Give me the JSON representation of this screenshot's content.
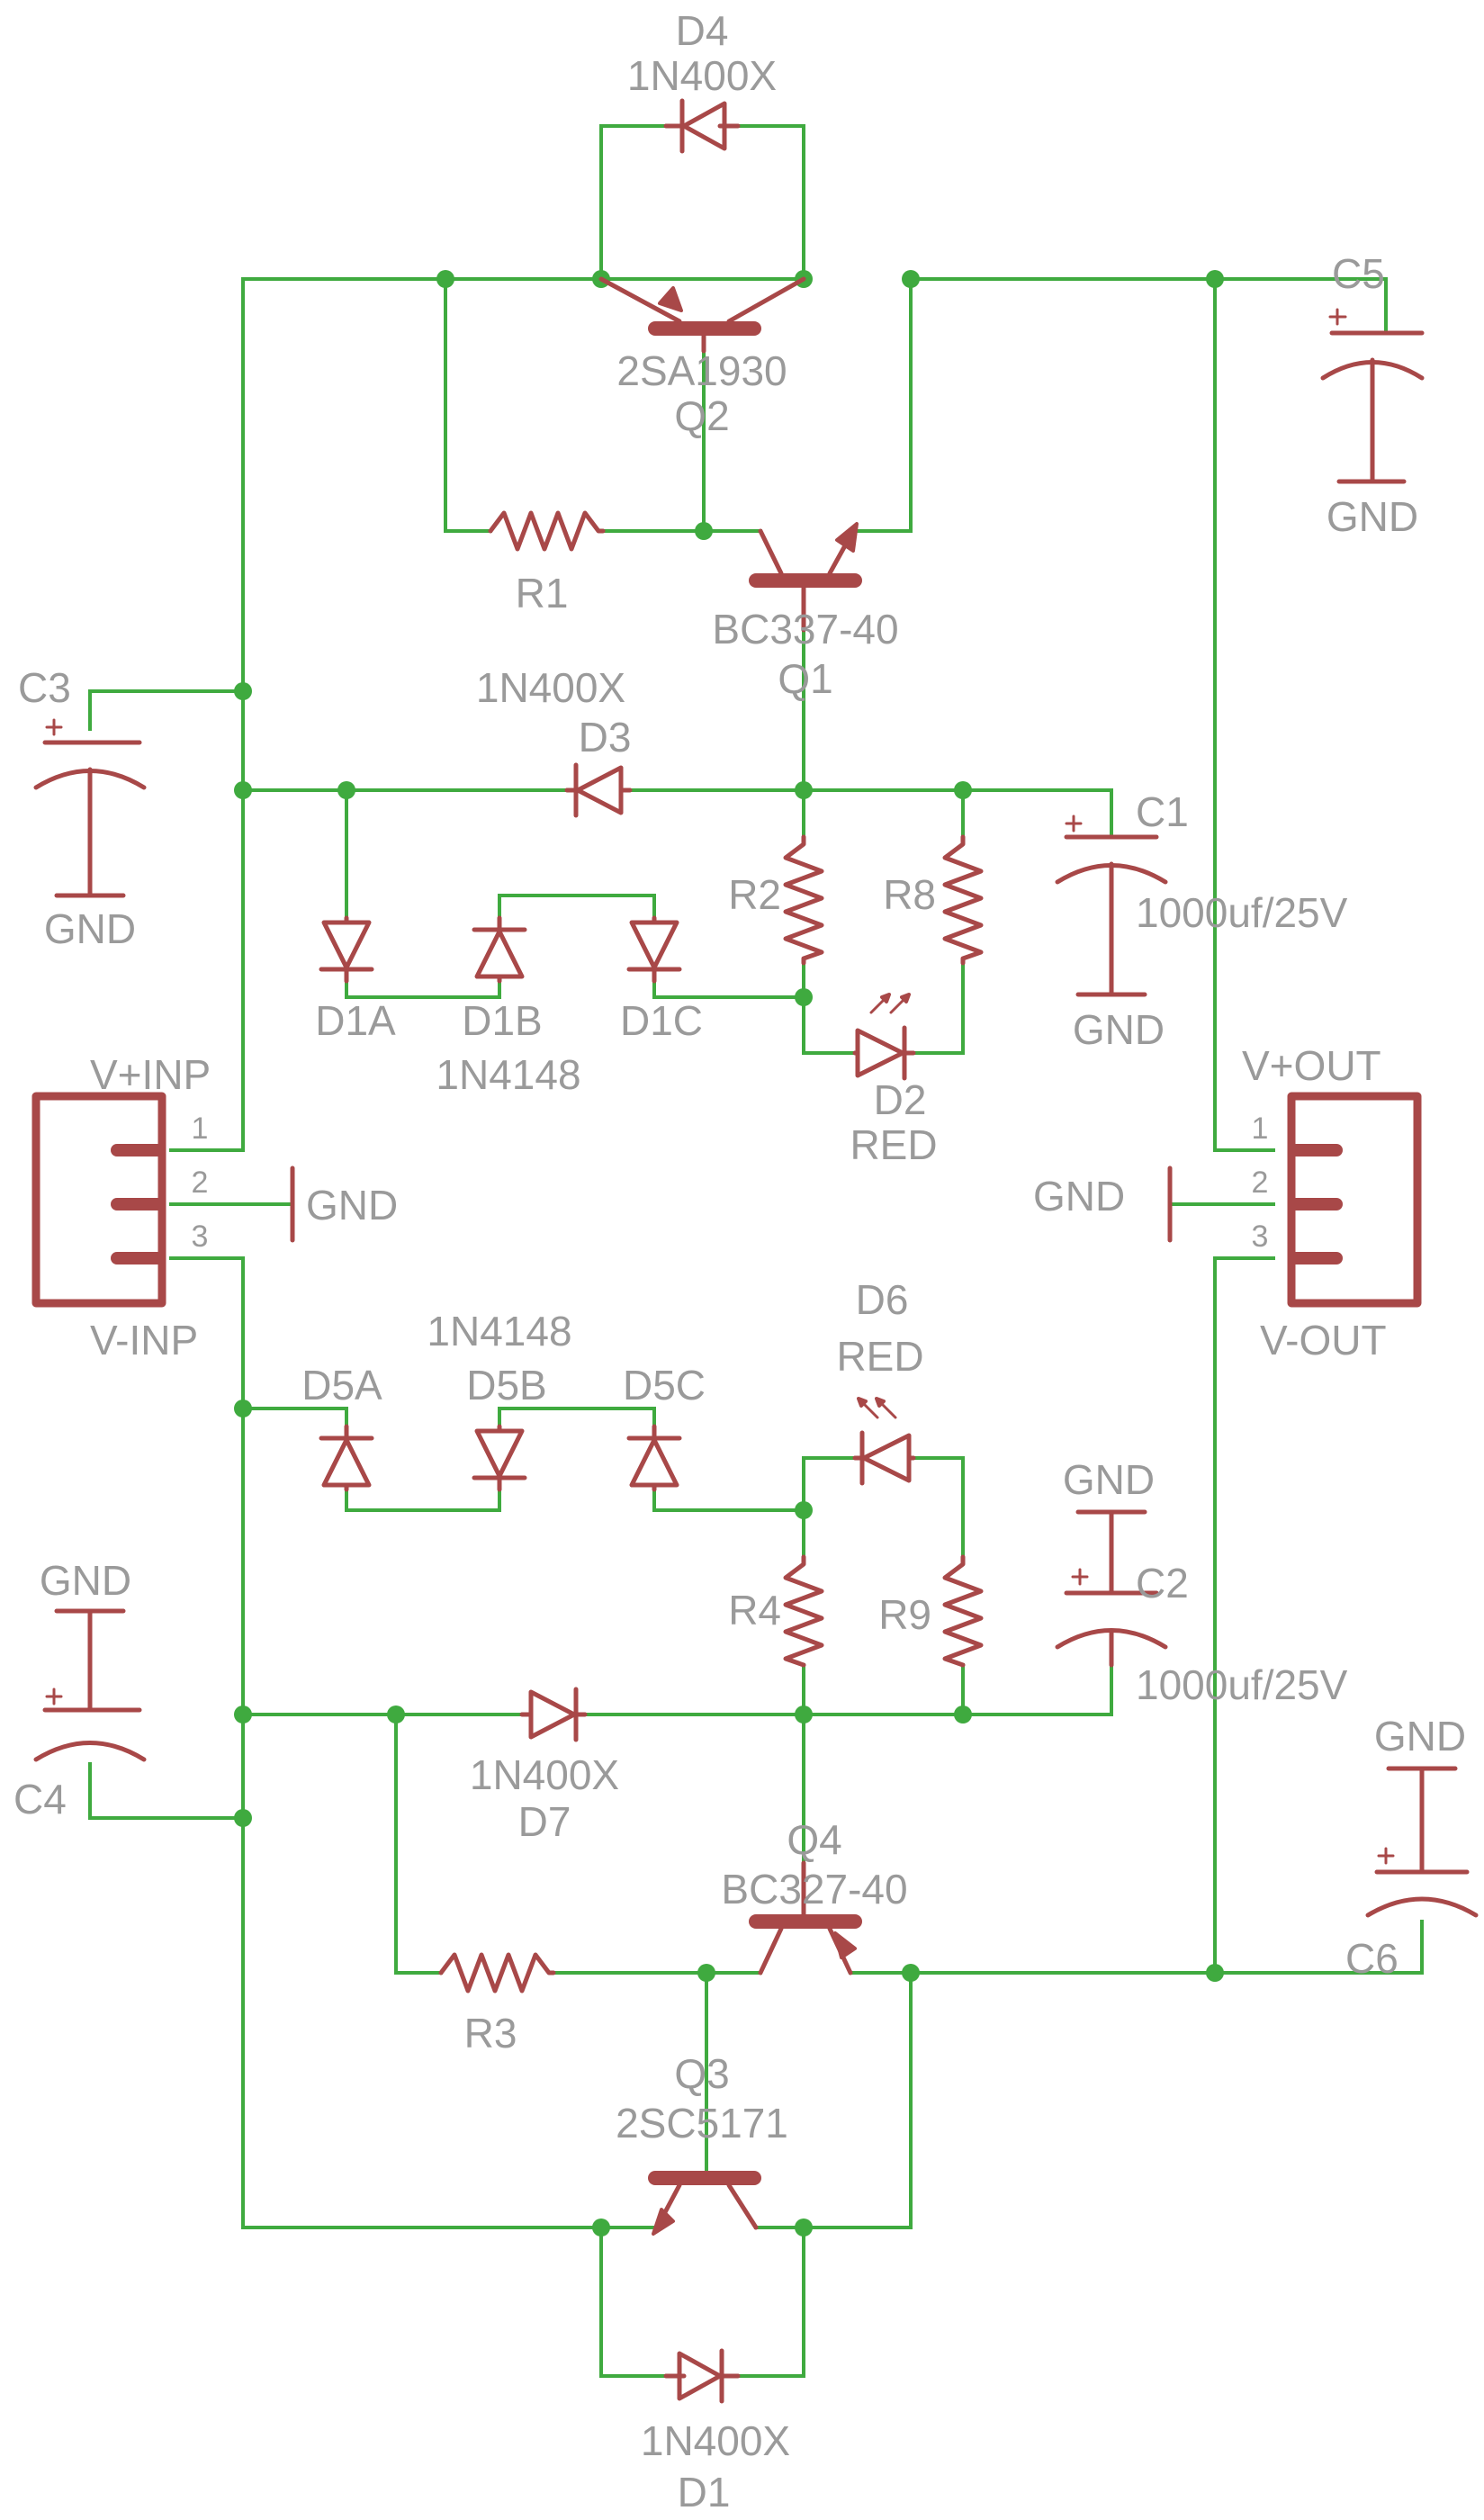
{
  "components": {
    "D4": {
      "ref": "D4",
      "value": "1N400X"
    },
    "Q2": {
      "ref": "Q2",
      "value": "2SA1930"
    },
    "C5": {
      "ref": "C5",
      "gnd": "GND"
    },
    "R1": {
      "ref": "R1"
    },
    "Q1": {
      "ref": "Q1",
      "value": "BC337-40"
    },
    "C3": {
      "ref": "C3",
      "gnd": "GND"
    },
    "D3": {
      "ref": "D3",
      "value": "1N400X"
    },
    "C1": {
      "ref": "C1",
      "value": "1000uf/25V",
      "gnd": "GND"
    },
    "R2": {
      "ref": "R2"
    },
    "R8": {
      "ref": "R8"
    },
    "D1": {
      "refA": "D1A",
      "refB": "D1B",
      "refC": "D1C",
      "value": "1N4148"
    },
    "D2": {
      "ref": "D2",
      "value": "RED"
    },
    "J_IN": {
      "top": "V+INP",
      "bottom": "V-INP",
      "pins": [
        "1",
        "2",
        "3"
      ],
      "gnd": "GND"
    },
    "J_OUT": {
      "top": "V+OUT",
      "bottom": "V-OUT",
      "pins": [
        "1",
        "2",
        "3"
      ],
      "gnd": "GND"
    },
    "D5": {
      "refA": "D5A",
      "refB": "D5B",
      "refC": "D5C",
      "value": "1N4148"
    },
    "D6": {
      "ref": "D6",
      "value": "RED"
    },
    "C2": {
      "ref": "C2",
      "value": "1000uf/25V",
      "gnd": "GND"
    },
    "R4": {
      "ref": "R4"
    },
    "R9": {
      "ref": "R9"
    },
    "C4": {
      "ref": "C4",
      "gnd": "GND"
    },
    "D7": {
      "ref": "D7",
      "value": "1N400X"
    },
    "Q4": {
      "ref": "Q4",
      "value": "BC327-40"
    },
    "C6": {
      "ref": "C6",
      "gnd": "GND"
    },
    "R3": {
      "ref": "R3"
    },
    "Q3": {
      "ref": "Q3",
      "value": "2SC5171"
    },
    "D1B": {
      "ref": "D1",
      "value": "1N400X"
    }
  },
  "colors": {
    "wire": "#3faa3f",
    "part": "#a84848",
    "text": "#9a9a9a"
  }
}
